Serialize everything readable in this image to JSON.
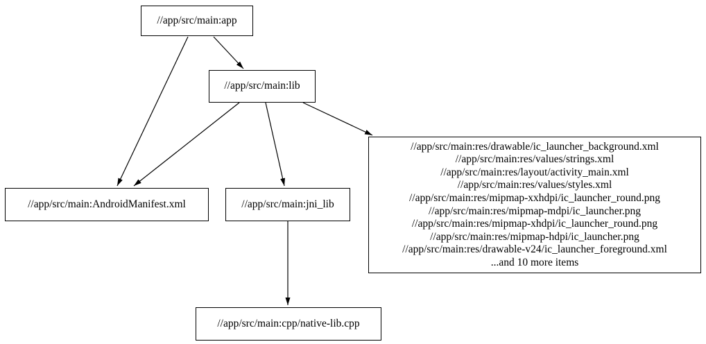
{
  "graph": {
    "type": "directed-dependency-graph",
    "background_color": "#ffffff",
    "node_border_color": "#000000",
    "edge_color": "#000000",
    "text_color": "#000000",
    "nodes": {
      "app": {
        "label": "//app/src/main:app"
      },
      "lib": {
        "label": "//app/src/main:lib"
      },
      "manifest": {
        "label": "//app/src/main:AndroidManifest.xml"
      },
      "jni_lib": {
        "label": "//app/src/main:jni_lib"
      },
      "res": {
        "lines": [
          "//app/src/main:res/drawable/ic_launcher_background.xml",
          "//app/src/main:res/values/strings.xml",
          "//app/src/main:res/layout/activity_main.xml",
          "//app/src/main:res/values/styles.xml",
          "//app/src/main:res/mipmap-xxhdpi/ic_launcher_round.png",
          "//app/src/main:res/mipmap-mdpi/ic_launcher.png",
          "//app/src/main:res/mipmap-xhdpi/ic_launcher_round.png",
          "//app/src/main:res/mipmap-hdpi/ic_launcher.png",
          "//app/src/main:res/drawable-v24/ic_launcher_foreground.xml",
          "...and 10 more items"
        ]
      },
      "cpp": {
        "label": "//app/src/main:cpp/native-lib.cpp"
      }
    },
    "edges": [
      {
        "from": "//app/src/main:app",
        "to": "//app/src/main:lib"
      },
      {
        "from": "//app/src/main:app",
        "to": "//app/src/main:AndroidManifest.xml"
      },
      {
        "from": "//app/src/main:lib",
        "to": "//app/src/main:AndroidManifest.xml"
      },
      {
        "from": "//app/src/main:lib",
        "to": "//app/src/main:jni_lib"
      },
      {
        "from": "//app/src/main:lib",
        "to": "//app/src/main:res group"
      },
      {
        "from": "//app/src/main:jni_lib",
        "to": "//app/src/main:cpp/native-lib.cpp"
      }
    ]
  }
}
